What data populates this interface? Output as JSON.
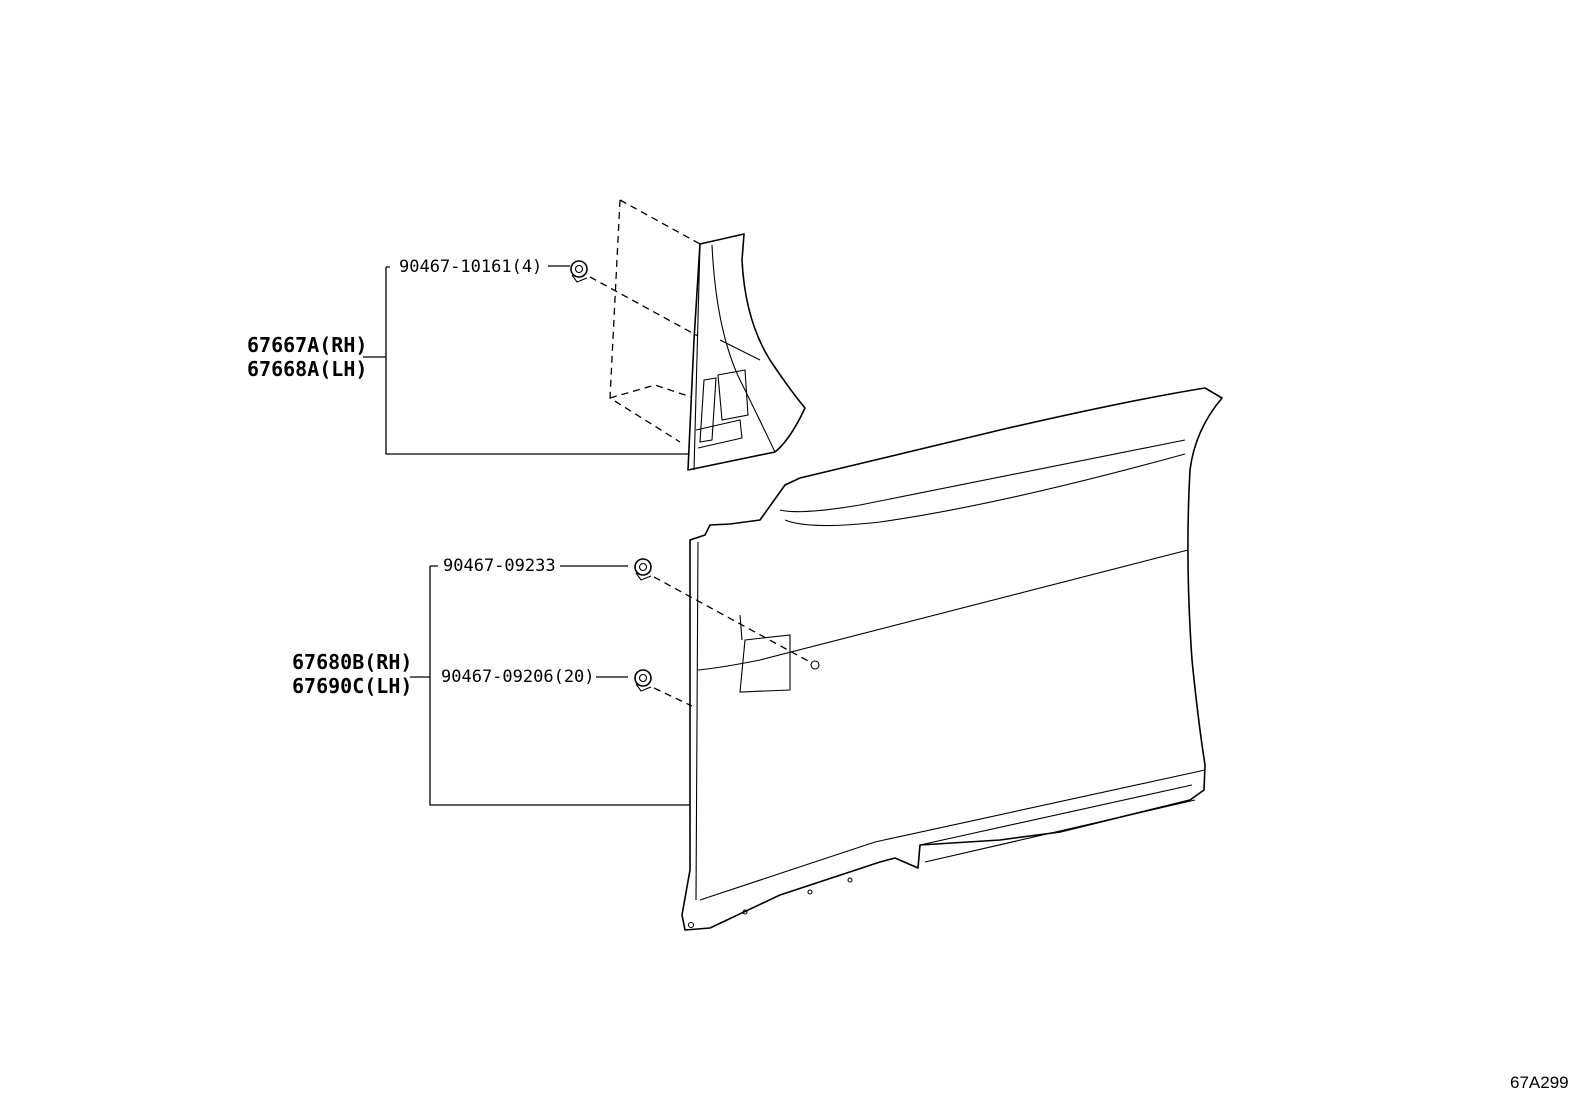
{
  "diagram": {
    "page_code": "67A299",
    "callouts": {
      "clip_top": "90467-10161(4)",
      "pillar_rh": "67667A(RH)",
      "pillar_lh": "67668A(LH)",
      "clip_mid_upper": "90467-09233",
      "clip_mid_lower": "90467-09206(20)",
      "panel_rh": "67680B(RH)",
      "panel_lh": "67690C(LH)"
    }
  }
}
